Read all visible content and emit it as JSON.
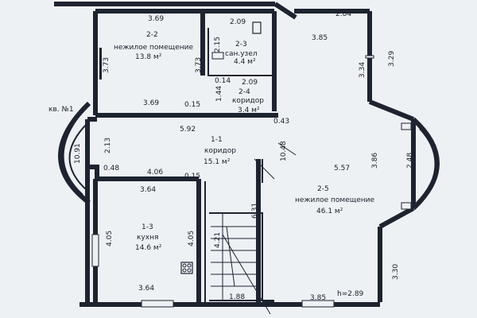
{
  "plan": {
    "apartment_label": "кв. №1",
    "ceiling_height": "h=2.89",
    "rooms": [
      {
        "id": "2-2",
        "name": "нежилое помещение",
        "area": "13.8 м²"
      },
      {
        "id": "2-3",
        "name": "сан.узел",
        "area": "4.4 м²"
      },
      {
        "id": "2-4",
        "name": "коридор",
        "area": "3.4 м²"
      },
      {
        "id": "1-1",
        "name": "коридор",
        "area": "15.1 м²"
      },
      {
        "id": "1-3",
        "name": "кухня",
        "area": "14.6 м²"
      },
      {
        "id": "2-5",
        "name": "нежилое помещение",
        "area": "46.1 м²"
      }
    ],
    "dimensions": {
      "top_2_2": "3.69",
      "top_2_3": "2.09",
      "top_right": "2.84",
      "left_2_2": "3.73",
      "inner_2_2": "3.73",
      "bottom_2_2": "3.69",
      "r_2_3": "2.15",
      "small_014": "0.14",
      "bottom_2_3": "2.09",
      "r_144": "1.44",
      "small_015_a": "0.15",
      "small_043": "0.43",
      "top_2_5": "3.85",
      "right_334": "3.34",
      "right_329": "3.29",
      "corridor_w": "5.92",
      "left_213": "2.13",
      "outer_1091": "10.91",
      "small_048": "0.48",
      "kitchen_top": "4.06",
      "small_015_b": "0.15",
      "kitchen_in_top": "3.64",
      "v_1048": "10.48",
      "h_557": "5.57",
      "v_386": "3.86",
      "v_248": "2.48",
      "v_631": "6.31",
      "kitchen_l": "4.05",
      "kitchen_r": "4.05",
      "kitchen_bottom": "3.64",
      "stair_w": "1.88",
      "bottom_385": "3.85",
      "right_330": "3.30",
      "stair_in": "4.21"
    }
  }
}
